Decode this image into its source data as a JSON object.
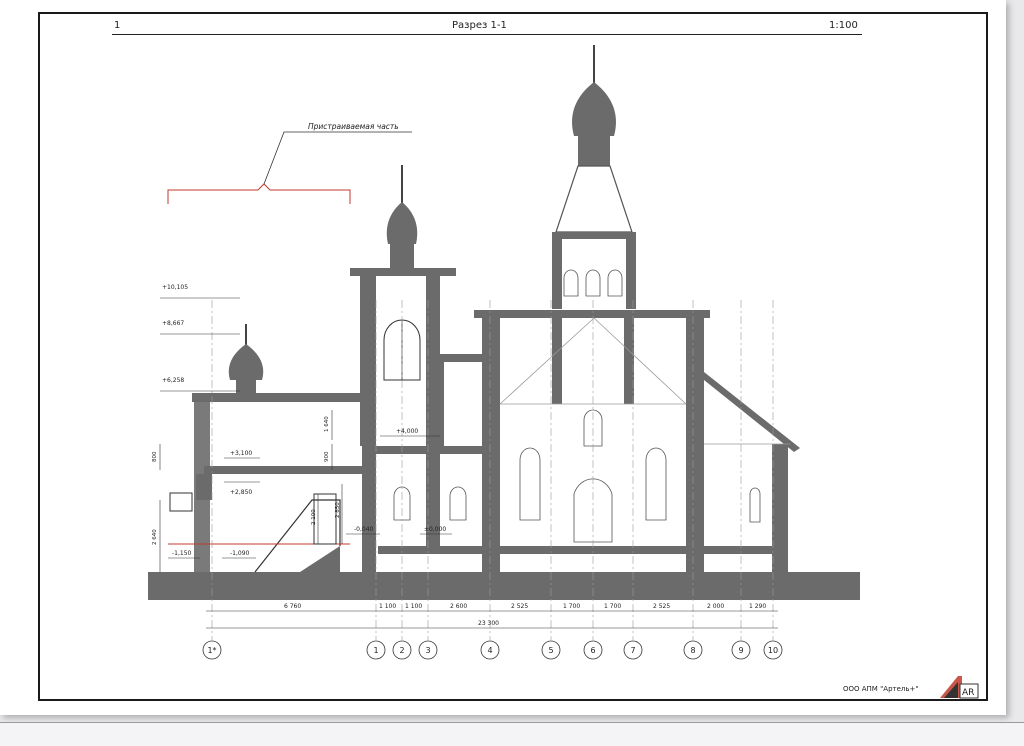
{
  "sheet": {
    "number": "1",
    "title": "Разрез 1-1",
    "scale": "1:100",
    "company": "ООО АПМ \"Артель+\"",
    "logo_text": "AR"
  },
  "annotation": {
    "label": "Пристраиваемая часть"
  },
  "levels": [
    "+10,105",
    "+8,667",
    "+6,258",
    "+4,000",
    "+3,100",
    "+2,850",
    "-0,040",
    "±0,000",
    "-1,090",
    "-1,150"
  ],
  "vertical_dims": [
    "800",
    "2 640",
    "1 640",
    "900",
    "2 100",
    "2 850"
  ],
  "horizontal_dims": [
    "6 760",
    "1 100",
    "1 100",
    "2 600",
    "2 525",
    "1 700",
    "1 700",
    "2 525",
    "2 000",
    "1 290"
  ],
  "total_dim": "23 300",
  "axes": [
    "1*",
    "1",
    "2",
    "3",
    "4",
    "5",
    "6",
    "7",
    "8",
    "9",
    "10"
  ],
  "colors": {
    "wall": "#6b6b6b",
    "line": "#333333",
    "accent": "#c0392b",
    "thin": "#9a9a9a"
  }
}
